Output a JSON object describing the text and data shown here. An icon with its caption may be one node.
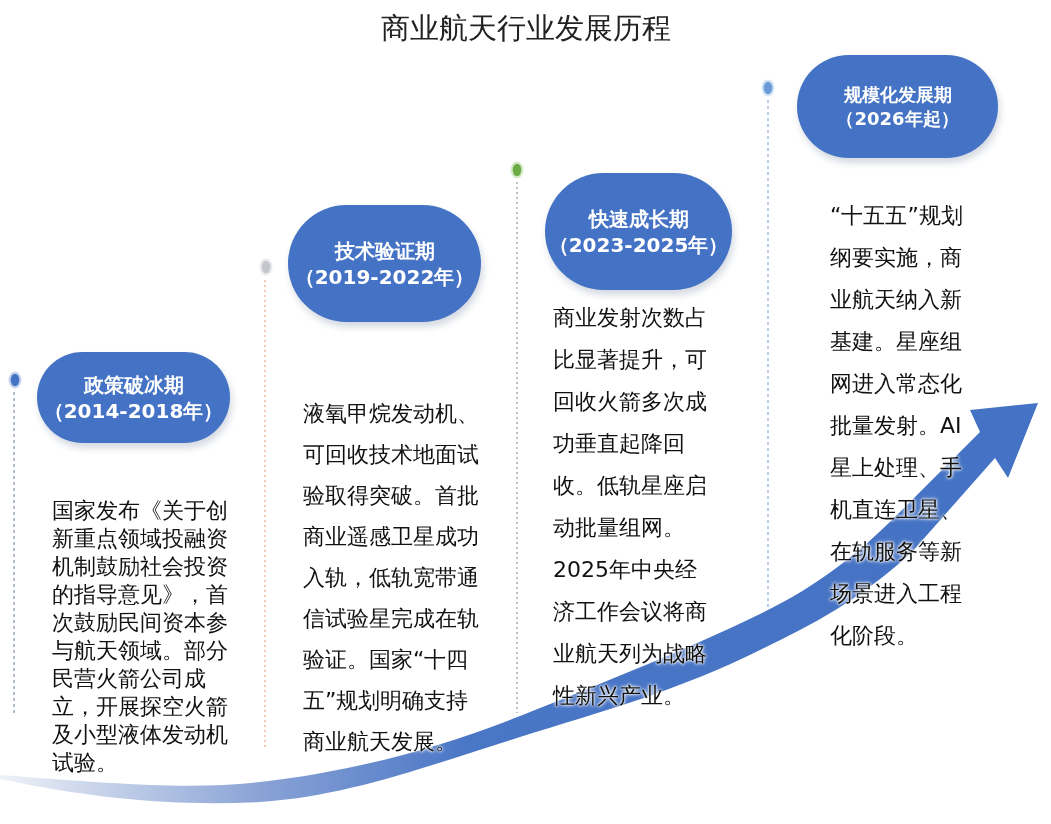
{
  "diagram": {
    "title": "商业航天行业发展历程",
    "nodes": [
      {
        "text": [
          "政策破冰期",
          "（2014-2018年）"
        ],
        "beside": [
          "国家发布《关于创新重点领域投融资机制鼓励社会投资的指导意见》，首次鼓励民间资本参与航天领域。部分民营火箭公司成立，开展探空火箭及小型液体发动机试验。"
        ]
      },
      {
        "text": [
          "技术验证期",
          "（2019-2022年）"
        ],
        "beside": [
          "液氧甲烷发动机、可回收技术地面试验取得突破。首批商业遥感卫星成功入轨，低轨宽带通信试验星完成在轨验证。国家“十四五”规划明确支持商业航天发展。"
        ]
      },
      {
        "text": [
          "快速成长期",
          "（2023-2025年）"
        ],
        "beside": [
          "商业发射次数占比显著提升，可回收火箭多次成功垂直起降回收。低轨星座启动批量组网。2025年中央经济工作会议将商业航天列为战略性新兴产业。"
        ]
      },
      {
        "text": [
          "规模化发展期",
          "（2026年起）"
        ],
        "beside": [
          "“十五五”规划纲要实施，商业航天纳入新基建。星座组网进入常态化批量发射。AI星上处理、手机直连卫星、在轨服务等新场景进入工程化阶段。"
        ]
      }
    ]
  }
}
